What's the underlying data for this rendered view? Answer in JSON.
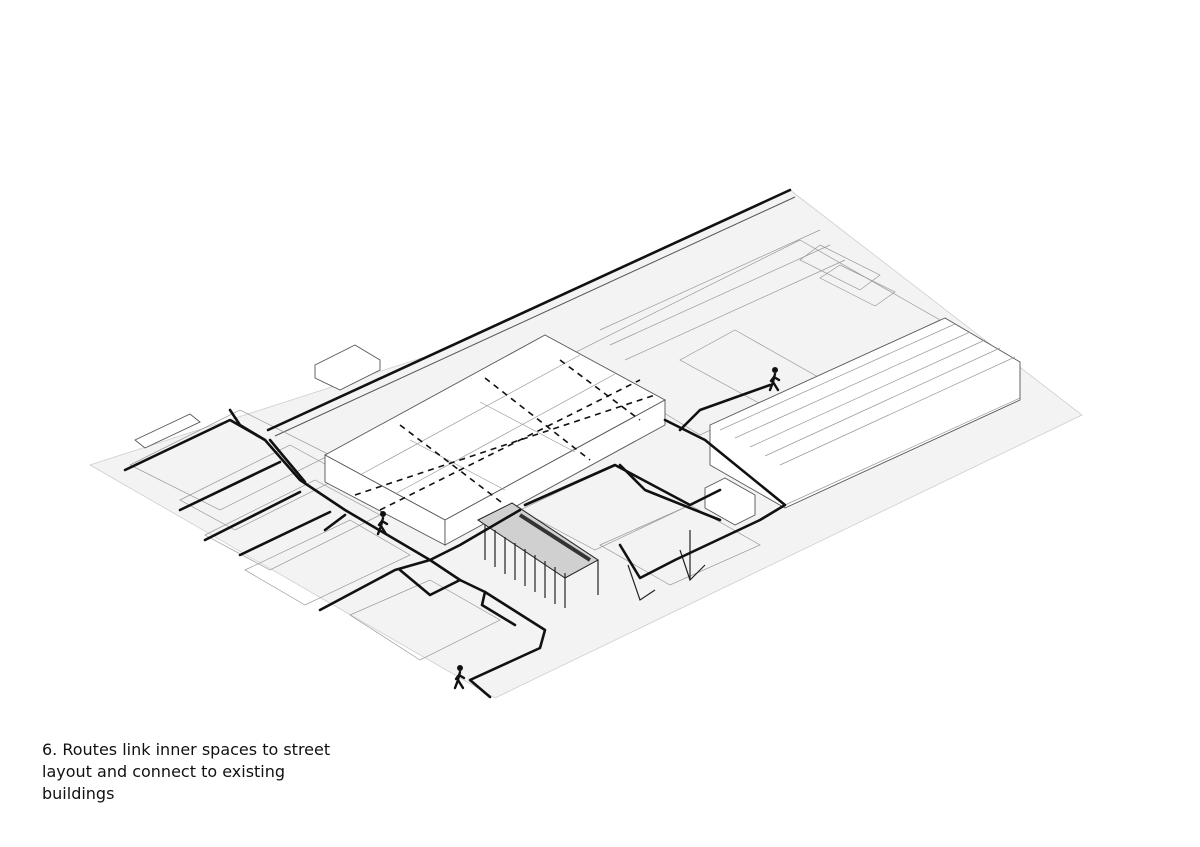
{
  "caption": {
    "lines": [
      "6. Routes link inner spaces to street",
      "layout and connect to existing",
      "buildings"
    ]
  },
  "colors": {
    "background": "#ffffff",
    "route": "#111111",
    "outline": "#9a9a9a",
    "ground": "#f2f2f2"
  },
  "icons": [
    "pedestrian-icon"
  ]
}
